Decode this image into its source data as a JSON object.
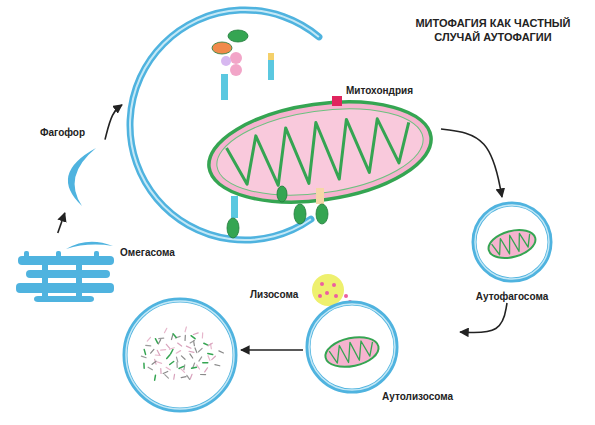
{
  "diagram": {
    "title": "МИТОФАГИЯ КАК ЧАСТНЫЙ СЛУЧАЙ АУТОФАГИИ",
    "nodes": [
      {
        "text": [
          "Омегасома"
        ]
      },
      {
        "text": [
          "Фагофор"
        ]
      },
      {
        "text": []
      },
      {
        "text": [
          "Митохондрия"
        ],
        "in": 2
      },
      {
        "text": [
          "Аутофагосома"
        ]
      },
      {
        "text": [
          "Лизосома"
        ]
      },
      {
        "text": [
          "Аутолизосома"
        ]
      },
      {
        "text": []
      }
    ],
    "edges": [
      {
        "from": 0,
        "to": 1,
        "arrow": "to"
      },
      {
        "from": 1,
        "to": 2,
        "arrow": "to"
      },
      {
        "from": 2,
        "to": 4,
        "arrow": "to"
      },
      {
        "from": 4,
        "to": 6,
        "arrow": "to"
      },
      {
        "from": 6,
        "to": 7,
        "arrow": "to"
      }
    ]
  }
}
